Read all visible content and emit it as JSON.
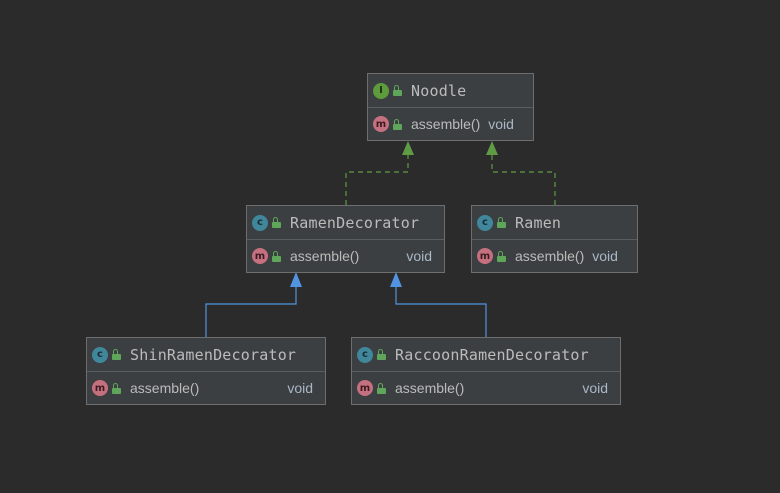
{
  "nodes": {
    "noodle": {
      "kind_glyph": "I",
      "title": "Noodle",
      "method_glyph": "m",
      "method": "assemble()",
      "return_type": "void"
    },
    "ramen_decorator": {
      "kind_glyph": "c",
      "title": "RamenDecorator",
      "method_glyph": "m",
      "method": "assemble()",
      "return_type": "void"
    },
    "ramen": {
      "kind_glyph": "c",
      "title": "Ramen",
      "method_glyph": "m",
      "method": "assemble()",
      "return_type": "void"
    },
    "shin_ramen_decorator": {
      "kind_glyph": "c",
      "title": "ShinRamenDecorator",
      "method_glyph": "m",
      "method": "assemble()",
      "return_type": "void"
    },
    "raccoon_ramen_decorator": {
      "kind_glyph": "c",
      "title": "RaccoonRamenDecorator",
      "method_glyph": "m",
      "method": "assemble()",
      "return_type": "void"
    }
  },
  "colors": {
    "background": "#2b2b2b",
    "node_fill": "#3c3f41",
    "implements_edge": "#5f9b45",
    "extends_edge": "#5294e2",
    "class_badge": "#40879b",
    "interface_badge": "#5d9b3c",
    "method_badge": "#c5707f"
  },
  "edges": [
    {
      "from": "ramen_decorator",
      "to": "noodle",
      "relation": "implements"
    },
    {
      "from": "ramen",
      "to": "noodle",
      "relation": "implements"
    },
    {
      "from": "shin_ramen_decorator",
      "to": "ramen_decorator",
      "relation": "extends"
    },
    {
      "from": "raccoon_ramen_decorator",
      "to": "ramen_decorator",
      "relation": "extends"
    }
  ]
}
